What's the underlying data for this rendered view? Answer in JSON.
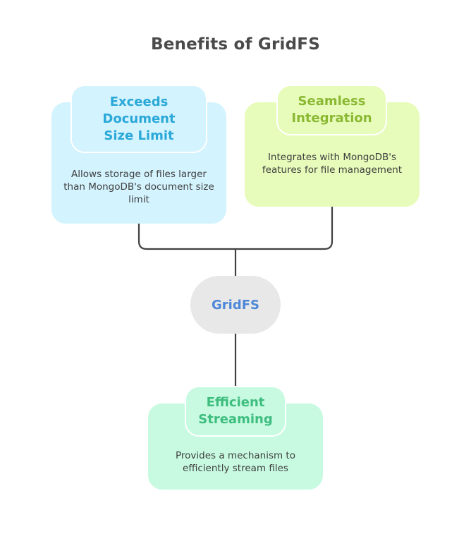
{
  "title": "Benefits of GridFS",
  "center": {
    "label": "GridFS",
    "color": "#4d87d8"
  },
  "benefits": [
    {
      "title": "Exceeds Document Size Limit",
      "description": "Allows storage of files larger than MongoDB's document size limit",
      "color": "#2aa8d8",
      "background": "#d3f3fe"
    },
    {
      "title": "Seamless Integration",
      "description": "Integrates with MongoDB's features for file management",
      "color": "#8ab832",
      "background": "#e7fcba"
    },
    {
      "title": "Efficient Streaming",
      "description": "Provides a mechanism to efficiently stream files",
      "color": "#3dbd7e",
      "background": "#c8fae1"
    }
  ]
}
